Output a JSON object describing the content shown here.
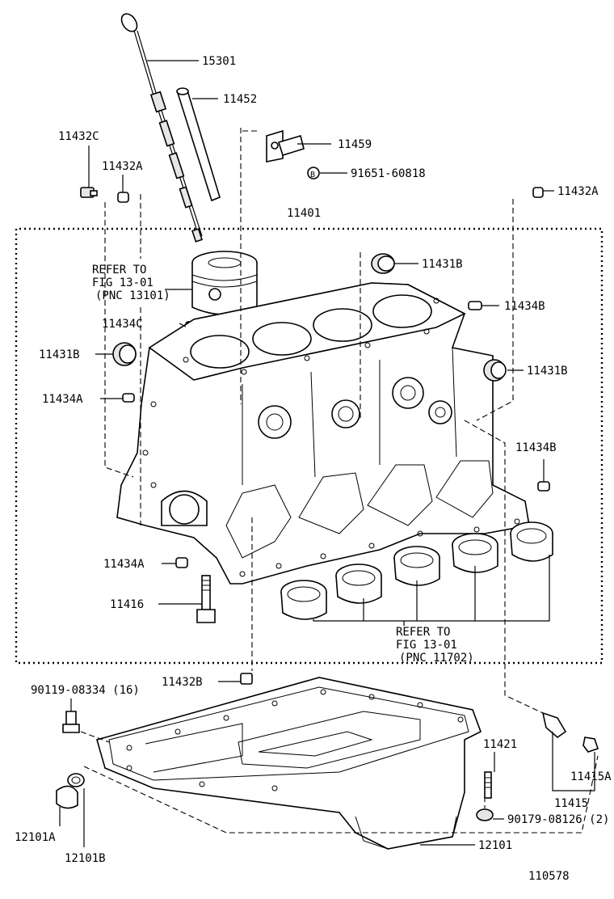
{
  "labels": {
    "l15301": "15301",
    "l11452": "11452",
    "l11459": "11459",
    "l91651": "91651-60818",
    "l91651_mark": "B",
    "l11432C": "11432C",
    "l11432A_left": "11432A",
    "l11432A_right": "11432A",
    "l11401": "11401",
    "l11431B_top": "11431B",
    "l11434B_top": "11434B",
    "l11434C": "11434C",
    "l11431B_left": "11431B",
    "l11431B_right": "11431B",
    "l11434A_mid": "11434A",
    "l11434B_right": "11434B",
    "l11434A_low": "11434A",
    "l11416": "11416",
    "l11432B": "11432B",
    "l90119": "90119-08334 (16)",
    "l11421": "11421",
    "l11415A": "11415A",
    "l11415": "11415",
    "l90179": "90179-08126 (2)",
    "l12101A": "12101A",
    "l12101B": "12101B",
    "l12101": "12101",
    "fig_id": "110578"
  },
  "refer_piston": [
    "REFER TO",
    "FIG 13-01",
    "(PNC 13101)"
  ],
  "refer_bearing": [
    "REFER TO",
    "FIG 13-01",
    "(PNC 11702)"
  ]
}
